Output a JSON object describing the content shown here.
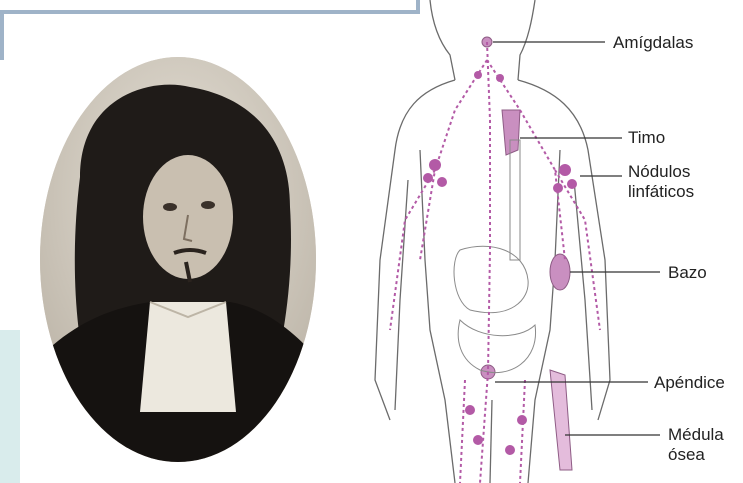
{
  "labels": {
    "amigdalas": "Amígdalas",
    "timo": "Timo",
    "nodulos_line1": "Nódulos",
    "nodulos_line2": "linfáticos",
    "bazo": "Bazo",
    "apendice": "Apéndice",
    "medula_line1": "Médula",
    "medula_line2": "ósea"
  },
  "colors": {
    "frame": "#9fb3c8",
    "tint": "#d9ecec",
    "organ": "#c98fc0",
    "node": "#b35aa6",
    "body_outline": "#6b6b6b"
  }
}
